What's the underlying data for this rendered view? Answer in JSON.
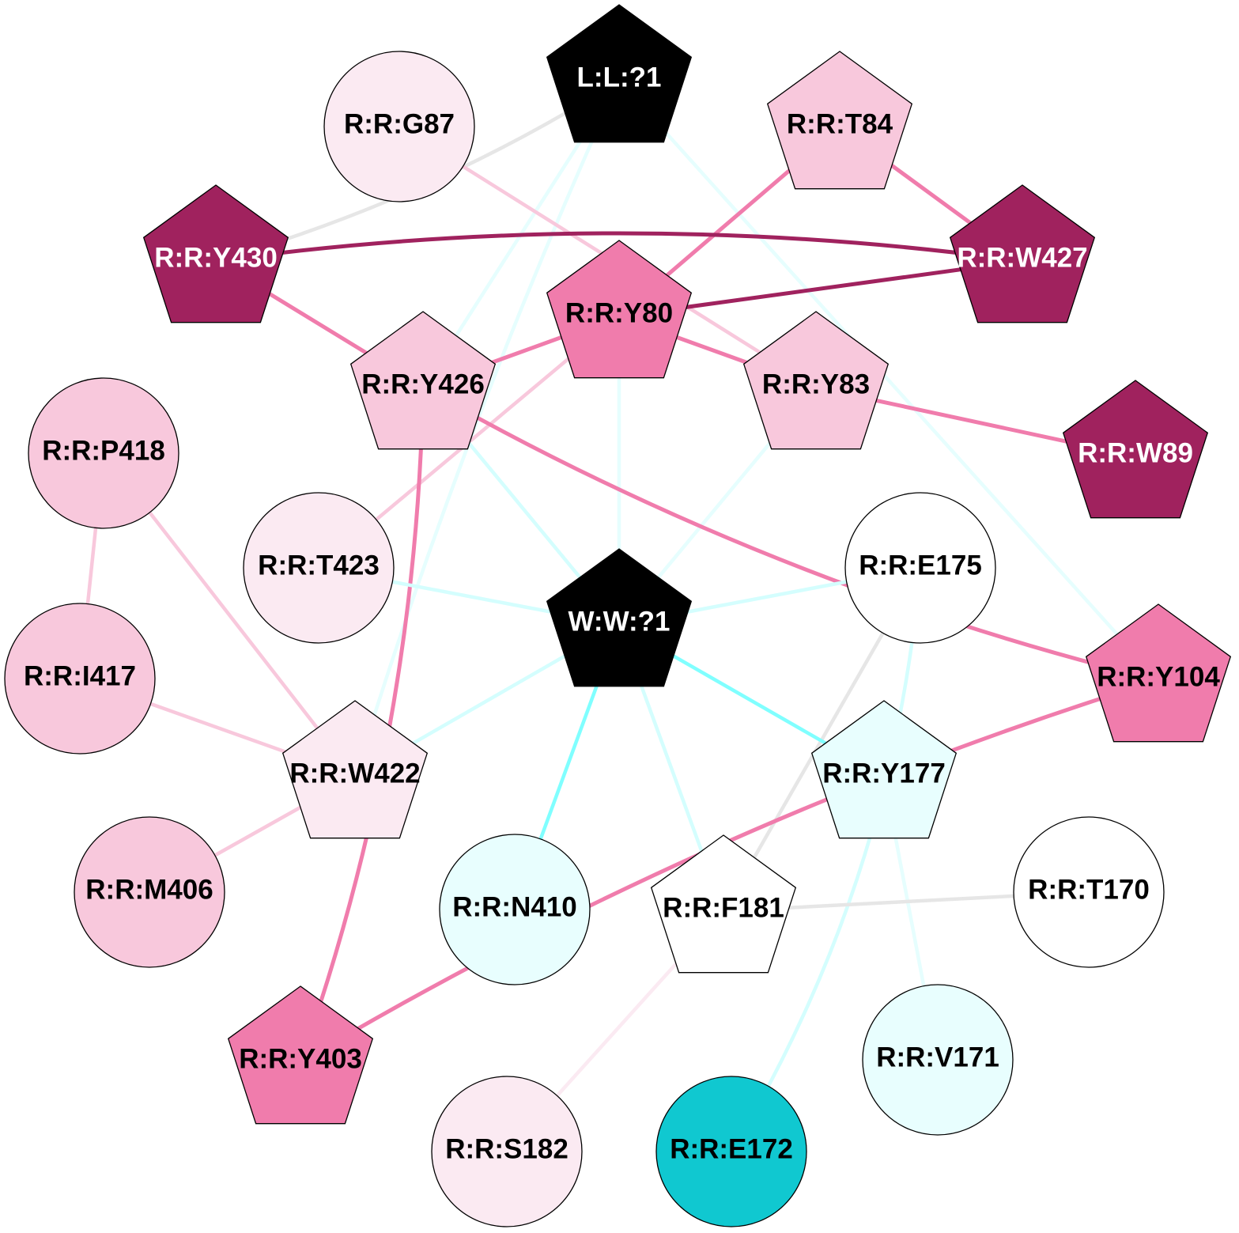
{
  "nodes": [
    {
      "id": "L:L:?1",
      "shape": "pentagon",
      "fill": "#000000",
      "text": "#ffffff"
    },
    {
      "id": "R:R:G87",
      "shape": "circle",
      "fill": "#fbeaf2",
      "text": "#000000"
    },
    {
      "id": "R:R:T84",
      "shape": "pentagon",
      "fill": "#f8c8dc",
      "text": "#000000"
    },
    {
      "id": "R:R:Y430",
      "shape": "pentagon",
      "fill": "#a0225e",
      "text": "#ffffff"
    },
    {
      "id": "R:R:W427",
      "shape": "pentagon",
      "fill": "#a0225e",
      "text": "#ffffff"
    },
    {
      "id": "R:R:Y80",
      "shape": "pentagon",
      "fill": "#f07cac",
      "text": "#000000"
    },
    {
      "id": "R:R:Y426",
      "shape": "pentagon",
      "fill": "#f8c8dc",
      "text": "#000000"
    },
    {
      "id": "R:R:Y83",
      "shape": "pentagon",
      "fill": "#f8c8dc",
      "text": "#000000"
    },
    {
      "id": "R:R:W89",
      "shape": "pentagon",
      "fill": "#a0225e",
      "text": "#ffffff"
    },
    {
      "id": "R:R:P418",
      "shape": "circle",
      "fill": "#f8c8dc",
      "text": "#000000"
    },
    {
      "id": "R:R:T423",
      "shape": "circle",
      "fill": "#fbeaf2",
      "text": "#000000"
    },
    {
      "id": "R:R:E175",
      "shape": "circle",
      "fill": "#ffffff",
      "text": "#000000"
    },
    {
      "id": "W:W:?1",
      "shape": "pentagon",
      "fill": "#000000",
      "text": "#ffffff"
    },
    {
      "id": "R:R:I417",
      "shape": "circle",
      "fill": "#f8c8dc",
      "text": "#000000"
    },
    {
      "id": "R:R:Y104",
      "shape": "pentagon",
      "fill": "#f07cac",
      "text": "#000000"
    },
    {
      "id": "R:R:W422",
      "shape": "pentagon",
      "fill": "#fbeaf2",
      "text": "#000000"
    },
    {
      "id": "R:R:Y177",
      "shape": "pentagon",
      "fill": "#e8fefe",
      "text": "#000000"
    },
    {
      "id": "R:R:M406",
      "shape": "circle",
      "fill": "#f8c8dc",
      "text": "#000000"
    },
    {
      "id": "R:R:N410",
      "shape": "circle",
      "fill": "#e8fefe",
      "text": "#000000"
    },
    {
      "id": "R:R:F181",
      "shape": "pentagon",
      "fill": "#ffffff",
      "text": "#000000"
    },
    {
      "id": "R:R:T170",
      "shape": "circle",
      "fill": "#ffffff",
      "text": "#000000"
    },
    {
      "id": "R:R:Y403",
      "shape": "pentagon",
      "fill": "#f07cac",
      "text": "#000000"
    },
    {
      "id": "R:R:V171",
      "shape": "circle",
      "fill": "#e8fefe",
      "text": "#000000"
    },
    {
      "id": "R:R:S182",
      "shape": "circle",
      "fill": "#fbeaf2",
      "text": "#000000"
    },
    {
      "id": "R:R:E172",
      "shape": "circle",
      "fill": "#10c8d0",
      "text": "#000000"
    }
  ],
  "edges": [
    {
      "source": "L:L:?1",
      "target": "R:R:Y430",
      "color": "#e6e6e6"
    },
    {
      "source": "L:L:?1",
      "target": "R:R:Y426",
      "color": "#e6fefe"
    },
    {
      "source": "L:L:?1",
      "target": "R:R:W422",
      "color": "#e6fefe"
    },
    {
      "source": "L:L:?1",
      "target": "R:R:Y104",
      "color": "#e6fefe"
    },
    {
      "source": "R:R:G87",
      "target": "R:R:Y83",
      "color": "#f8c8dc"
    },
    {
      "source": "R:R:T84",
      "target": "R:R:Y80",
      "color": "#f07cac"
    },
    {
      "source": "R:R:T84",
      "target": "R:R:W427",
      "color": "#f07cac"
    },
    {
      "source": "R:R:Y430",
      "target": "R:R:W427",
      "color": "#a0225e"
    },
    {
      "source": "R:R:Y80",
      "target": "R:R:W427",
      "color": "#a0225e"
    },
    {
      "source": "R:R:Y430",
      "target": "R:R:Y426",
      "color": "#f07cac"
    },
    {
      "source": "R:R:Y426",
      "target": "R:R:Y80",
      "color": "#f07cac"
    },
    {
      "source": "R:R:Y80",
      "target": "R:R:Y83",
      "color": "#f07cac"
    },
    {
      "source": "R:R:Y80",
      "target": "R:R:T423",
      "color": "#f8c8dc"
    },
    {
      "source": "R:R:Y80",
      "target": "W:W:?1",
      "color": "#e6fefe"
    },
    {
      "source": "R:R:Y83",
      "target": "R:R:W89",
      "color": "#f07cac"
    },
    {
      "source": "R:R:Y83",
      "target": "W:W:?1",
      "color": "#e6fefe"
    },
    {
      "source": "R:R:Y426",
      "target": "R:R:Y104",
      "color": "#f07cac"
    },
    {
      "source": "R:R:Y426",
      "target": "R:R:Y403",
      "color": "#f07cac"
    },
    {
      "source": "R:R:Y426",
      "target": "W:W:?1",
      "color": "#d4fefe"
    },
    {
      "source": "R:R:P418",
      "target": "R:R:I417",
      "color": "#f8c8dc"
    },
    {
      "source": "R:R:P418",
      "target": "R:R:W422",
      "color": "#f8c8dc"
    },
    {
      "source": "R:R:I417",
      "target": "R:R:W422",
      "color": "#f8c8dc"
    },
    {
      "source": "R:R:M406",
      "target": "R:R:W422",
      "color": "#f8c8dc"
    },
    {
      "source": "R:R:T423",
      "target": "W:W:?1",
      "color": "#d4fefe"
    },
    {
      "source": "R:R:E175",
      "target": "W:W:?1",
      "color": "#d4fefe"
    },
    {
      "source": "R:R:E175",
      "target": "R:R:E172",
      "color": "#d4fefe"
    },
    {
      "source": "R:R:E175",
      "target": "R:R:F181",
      "color": "#e6e6e6"
    },
    {
      "source": "W:W:?1",
      "target": "R:R:W422",
      "color": "#d4fefe"
    },
    {
      "source": "W:W:?1",
      "target": "R:R:N410",
      "color": "#80ffff"
    },
    {
      "source": "W:W:?1",
      "target": "R:R:F181",
      "color": "#d4fefe"
    },
    {
      "source": "W:W:?1",
      "target": "R:R:Y177",
      "color": "#80ffff"
    },
    {
      "source": "R:R:Y177",
      "target": "R:R:V171",
      "color": "#e6fefe"
    },
    {
      "source": "R:R:F181",
      "target": "R:R:T170",
      "color": "#e6e6e6"
    },
    {
      "source": "R:R:F181",
      "target": "R:R:S182",
      "color": "#fbeaf2"
    },
    {
      "source": "R:R:Y104",
      "target": "R:R:Y403",
      "color": "#f07cac"
    }
  ]
}
